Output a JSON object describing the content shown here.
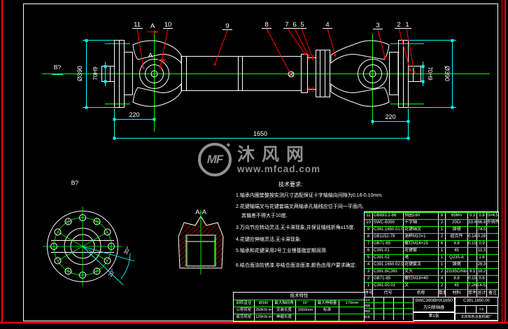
{
  "watermark": {
    "logo": "MF",
    "star": "✦",
    "brand": "沐风网",
    "url": "www.mfcad.com"
  },
  "views": {
    "b_left": "B?",
    "b_view": "B?",
    "a_top": "A",
    "a_mid": "A",
    "aa": "A-A"
  },
  "callouts": {
    "n11": "11",
    "n10": "10",
    "n9": "9",
    "n8": "8",
    "n7": "7",
    "n6": "6",
    "n5": "5",
    "n4": "4",
    "n3": "3",
    "n2": "2",
    "n1": "1"
  },
  "dims": {
    "d220_left": "220",
    "d220_right": "220",
    "d1650": "1650",
    "phi390_left": "Ø390",
    "phi390_right": "Ø390",
    "bore_left": "70H9",
    "bore_right": "70H9",
    "angle30": "30°",
    "angle20": "20°"
  },
  "tech": {
    "title": "技术要求:",
    "l1": "1.轴承内圈垫整按实测尺寸选配保证十字轴轴向间隙为0.16-0.10mm.",
    "l2": "2.花键轴端叉与花键套端叉两轴承孔轴线应位于同一平面内,",
    "l2b": "其偏差不得大于10度.",
    "l3": "3.万向节应转动灵活,无卡滞现象,并保证轴线折角≤15度.",
    "l4": "4.花键应伸缩灵活,无卡滞现象.",
    "l5": "5.轴承和花键采用2号工业锂基脂定期润滑.",
    "l6": "6.结合面涂防锈漆,非结合面涂面漆,颜色由用户要求确定."
  },
  "bom": {
    "headers": {
      "no": "序号",
      "code": "代号",
      "name": "名称",
      "qty": "数量",
      "mat": "材料",
      "unit": "单件",
      "total": "总计",
      "note": "备注"
    },
    "rows": [
      {
        "no": "11",
        "code": "GB893.2-86",
        "name": "挡圈160",
        "qty": "8",
        "mat": "65Mn",
        "unit": "0.1",
        "total": "0.8",
        "note": "S=4.5"
      },
      {
        "no": "10",
        "code": "SWC-B350",
        "name": "十字轴",
        "qty": "2",
        "mat": "20Cr",
        "unit": "33.4",
        "total": "66.8",
        "note": "外购件"
      },
      {
        "no": "9",
        "code": "C391.1650.01.01",
        "name": "花键轴叉",
        "qty": "1",
        "mat": "铸钢",
        "unit": "",
        "total": "74.5",
        "note": ""
      },
      {
        "no": "8",
        "code": "GB1152-79",
        "name": "油杯M10×1",
        "qty": "2",
        "mat": "组合件",
        "unit": "0.14",
        "total": "0.28",
        "note": ""
      },
      {
        "no": "7",
        "code": "GB71-85",
        "name": "螺钉M16×25",
        "qty": "6",
        "mat": "4.8",
        "unit": "0.15",
        "total": "0.9",
        "note": ""
      },
      {
        "no": "6",
        "code": "C391.01",
        "name": "花键套",
        "qty": "1",
        "mat": "45",
        "unit": "",
        "total": "11.3",
        "note": ""
      },
      {
        "no": "5",
        "code": "C391.02",
        "name": "堵",
        "qty": "1",
        "mat": "Q235-A",
        "unit": "",
        "total": "1.6",
        "note": ""
      },
      {
        "no": "4",
        "code": "C391.1650.02.01",
        "name": "花键套叉",
        "qty": "1",
        "mat": "铸钢",
        "unit": "",
        "total": "26.3",
        "note": ""
      },
      {
        "no": "3",
        "code": "C391.BC391",
        "name": "叉头",
        "qty": "2",
        "mat": "ZG35CrMo",
        "unit": "9.1",
        "total": "18.2",
        "note": ""
      },
      {
        "no": "2",
        "code": "GB71-85",
        "name": "螺钉M16×40",
        "qty": "4",
        "mat": "8.8",
        "unit": "0.15",
        "total": "0.6",
        "note": ""
      },
      {
        "no": "1",
        "code": "C391.00.01",
        "name": "叉",
        "qty": "2",
        "mat": "45",
        "unit": "7.26",
        "total": "14.52",
        "note": ""
      }
    ]
  },
  "spec": {
    "title": "技术特性",
    "rows": [
      {
        "c1": "回转直径",
        "c2": "Ø390",
        "c3": "最大轴间角",
        "c4": "15°",
        "c5": "最大伸缩量",
        "c6": "170mm"
      },
      {
        "c1": "公称转矩",
        "c2": "250KN·m",
        "c3": "安装长度",
        "c4": "1650mm",
        "c5": "标准",
        "c6": ""
      },
      {
        "c1": "疲劳转矩",
        "c2": "125KN·m",
        "c3": "伸缩长度",
        "c4": "",
        "c5": "",
        "c6": ""
      }
    ]
  },
  "sig": {
    "rows": [
      {
        "label": "设计"
      },
      {
        "label": "制图"
      },
      {
        "label": "审核"
      },
      {
        "label": "批准"
      }
    ]
  },
  "title_block": {
    "model": "SWC390BHX1650",
    "product": "万向联轴器",
    "sheet": "第1张",
    "drawing_no": "C391.1650.00",
    "scale": "1:5",
    "company": "北京有色冶金机械厂"
  }
}
